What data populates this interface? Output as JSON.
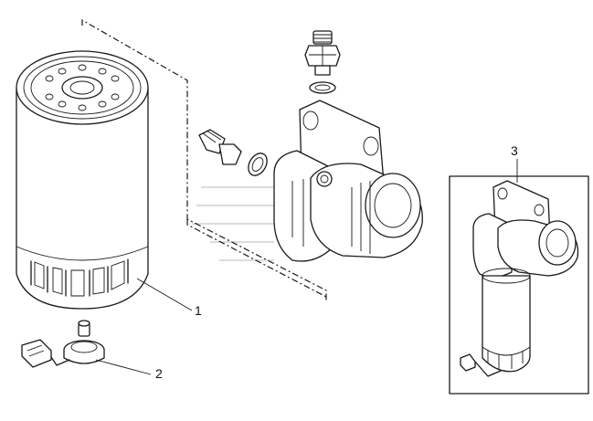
{
  "callouts": [
    {
      "id": "filter-cartridge",
      "label": "1"
    },
    {
      "id": "water-sensor",
      "label": "2"
    },
    {
      "id": "filter-assembly",
      "label": "3"
    }
  ]
}
